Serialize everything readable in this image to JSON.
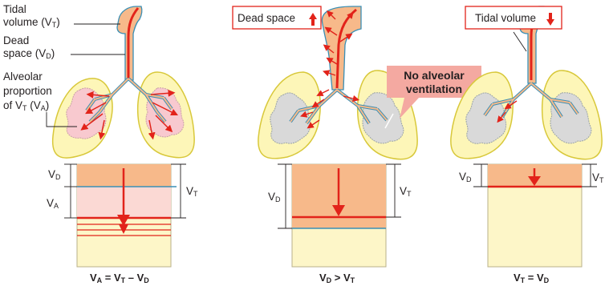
{
  "panel1": {
    "label_tidal_1": "Tidal",
    "label_tidal_2": "volume (V",
    "label_tidal_sub": "T",
    "label_tidal_end": ")",
    "label_dead_1": "Dead",
    "label_dead_2": "space (V",
    "label_dead_sub": "D",
    "label_dead_end": ")",
    "label_alv_1": "Alveolar",
    "label_alv_2": "proportion",
    "label_alv_3": "of V",
    "label_alv_sub": "T",
    "label_alv_mid": " (V",
    "label_alv_sub2": "A",
    "label_alv_end": ")",
    "vd": "V",
    "vd_sub": "D",
    "va": "V",
    "va_sub": "A",
    "vt": "V",
    "vt_sub": "T",
    "equation": {
      "a": "V",
      "a_sub": "A",
      "op1": " = V",
      "b_sub": "T",
      "op2": " – V",
      "c_sub": "D"
    }
  },
  "panel2": {
    "box_label": "Dead space",
    "callout_1": "No alveolar",
    "callout_2": "ventilation",
    "vd": "V",
    "vd_sub": "D",
    "vt": "V",
    "vt_sub": "T",
    "equation": {
      "a": "V",
      "a_sub": "D",
      "op1": " > V",
      "b_sub": "T"
    }
  },
  "panel3": {
    "box_label": "Tidal volume",
    "vd": "V",
    "vd_sub": "D",
    "vt": "V",
    "vt_sub": "T",
    "equation": {
      "a": "V",
      "a_sub": "T",
      "op1": " = V",
      "b_sub": "D"
    }
  },
  "colors": {
    "lung_fill": "#fdf6b8",
    "lung_stroke": "#d8c83a",
    "airway_fill": "#f7b98a",
    "airway_stroke": "#3a8fb5",
    "red": "#e2231a",
    "alveoli_pink": "#f8c9cf",
    "alveoli_grey": "#d9d9d9",
    "box_orange": "#f7b98a",
    "box_pink": "#fbd9d4",
    "box_cream": "#fdf6c8",
    "callout_fill": "#f4a9a1"
  }
}
